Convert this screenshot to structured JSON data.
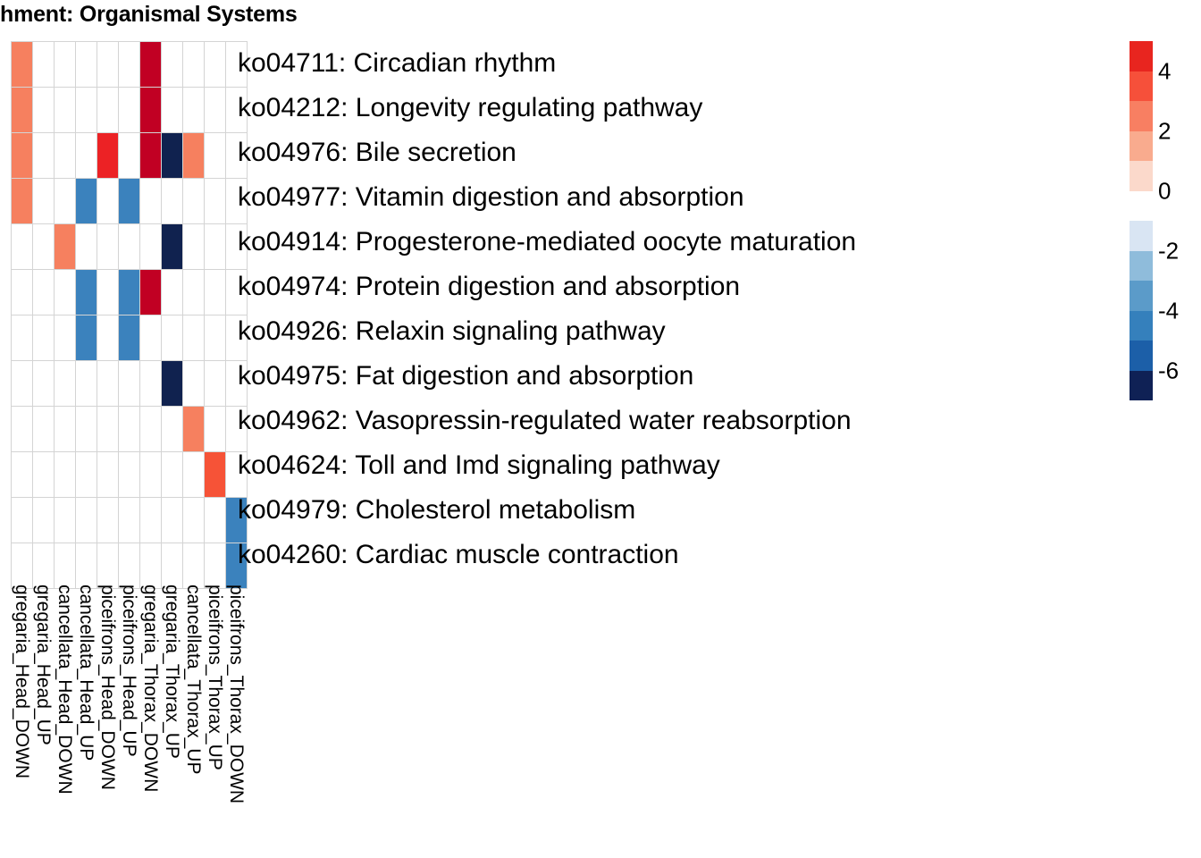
{
  "title": "hment: Organismal Systems",
  "chart_data": {
    "type": "heatmap",
    "title": "hment: Organismal Systems",
    "xlabel": "",
    "ylabel": "",
    "grid": true,
    "legend_position": "right",
    "colorbar": {
      "ticks": [
        4,
        2,
        0,
        -2,
        -4,
        -6
      ],
      "vmin": -7,
      "vmax": 5,
      "bands": [
        {
          "value": 5,
          "color": "#e8251f"
        },
        {
          "value": 4,
          "color": "#f6503a"
        },
        {
          "value": 3,
          "color": "#f87f62"
        },
        {
          "value": 2,
          "color": "#f9ab8e"
        },
        {
          "value": 1,
          "color": "#fbd9cb"
        },
        {
          "value": 0,
          "color": "#ffffff"
        },
        {
          "value": -1,
          "color": "#d9e5f3"
        },
        {
          "value": -2,
          "color": "#8fbcdb"
        },
        {
          "value": -3,
          "color": "#5b9bc9"
        },
        {
          "value": -4,
          "color": "#3580bc"
        },
        {
          "value": -5,
          "color": "#1c5fa8"
        },
        {
          "value": -6,
          "color": "#0f2155"
        }
      ]
    },
    "categories": [
      "gregaria_Head_DOWN",
      "gregaria_Head_UP",
      "cancellata_Head_DOWN",
      "cancellata_Head_UP",
      "piceifrons_Head_DOWN",
      "piceifrons_Head_UP",
      "gregaria_Thorax_DOWN",
      "gregaria_Thorax_UP",
      "cancellata_Thorax_UP",
      "piceifrons_Thorax_UP",
      "piceifrons_Thorax_DOWN"
    ],
    "rows": [
      "ko04711: Circadian rhythm",
      "ko04212: Longevity regulating pathway",
      "ko04976: Bile secretion",
      "ko04977: Vitamin digestion and absorption",
      "ko04914: Progesterone-mediated oocyte maturation",
      "ko04974: Protein digestion and absorption",
      "ko04926: Relaxin signaling pathway",
      "ko04975: Fat digestion and absorption",
      "ko04962: Vasopressin-regulated water reabsorption",
      "ko04624: Toll and Imd signaling pathway",
      "ko04979: Cholesterol metabolism",
      "ko04260: Cardiac muscle contraction"
    ],
    "values": [
      [
        3,
        0,
        0,
        0,
        0,
        0,
        5,
        0,
        0,
        0,
        0
      ],
      [
        3,
        0,
        0,
        0,
        0,
        0,
        5,
        0,
        0,
        0,
        0
      ],
      [
        3,
        0,
        0,
        0,
        4.5,
        0,
        5,
        -6,
        3,
        0,
        0
      ],
      [
        3,
        0,
        0,
        -3.5,
        0,
        -3.5,
        0,
        0,
        0,
        0,
        0
      ],
      [
        0,
        0,
        3,
        0,
        0,
        0,
        0,
        -6,
        0,
        0,
        0
      ],
      [
        0,
        0,
        0,
        -3.5,
        0,
        -3.5,
        5,
        0,
        0,
        0,
        0
      ],
      [
        0,
        0,
        0,
        -3.5,
        0,
        -3.5,
        0,
        0,
        0,
        0,
        0
      ],
      [
        0,
        0,
        0,
        0,
        0,
        0,
        0,
        -6,
        0,
        0,
        0
      ],
      [
        0,
        0,
        0,
        0,
        0,
        0,
        0,
        0,
        3,
        0,
        0
      ],
      [
        0,
        0,
        0,
        0,
        0,
        0,
        0,
        0,
        0,
        4.2,
        0
      ],
      [
        0,
        0,
        0,
        0,
        0,
        0,
        0,
        0,
        0,
        0,
        -3.5
      ],
      [
        0,
        0,
        0,
        0,
        0,
        0,
        0,
        0,
        0,
        0,
        -3.5
      ]
    ],
    "cell_colors": [
      [
        "#f6805f",
        "#ffffff",
        "#ffffff",
        "#ffffff",
        "#ffffff",
        "#ffffff",
        "#c10023",
        "#ffffff",
        "#ffffff",
        "#ffffff",
        "#ffffff"
      ],
      [
        "#f6805f",
        "#ffffff",
        "#ffffff",
        "#ffffff",
        "#ffffff",
        "#ffffff",
        "#c10023",
        "#ffffff",
        "#ffffff",
        "#ffffff",
        "#ffffff"
      ],
      [
        "#f6805f",
        "#ffffff",
        "#ffffff",
        "#ffffff",
        "#ec2225",
        "#ffffff",
        "#c10023",
        "#10224f",
        "#f6805f",
        "#ffffff",
        "#ffffff"
      ],
      [
        "#f6805f",
        "#ffffff",
        "#ffffff",
        "#3b82bd",
        "#ffffff",
        "#3b82bd",
        "#ffffff",
        "#ffffff",
        "#ffffff",
        "#ffffff",
        "#ffffff"
      ],
      [
        "#ffffff",
        "#ffffff",
        "#f6805f",
        "#ffffff",
        "#ffffff",
        "#ffffff",
        "#ffffff",
        "#10224f",
        "#ffffff",
        "#ffffff",
        "#ffffff"
      ],
      [
        "#ffffff",
        "#ffffff",
        "#ffffff",
        "#3b82bd",
        "#ffffff",
        "#3b82bd",
        "#c10023",
        "#ffffff",
        "#ffffff",
        "#ffffff",
        "#ffffff"
      ],
      [
        "#ffffff",
        "#ffffff",
        "#ffffff",
        "#3b82bd",
        "#ffffff",
        "#3b82bd",
        "#ffffff",
        "#ffffff",
        "#ffffff",
        "#ffffff",
        "#ffffff"
      ],
      [
        "#ffffff",
        "#ffffff",
        "#ffffff",
        "#ffffff",
        "#ffffff",
        "#ffffff",
        "#ffffff",
        "#10224f",
        "#ffffff",
        "#ffffff",
        "#ffffff"
      ],
      [
        "#ffffff",
        "#ffffff",
        "#ffffff",
        "#ffffff",
        "#ffffff",
        "#ffffff",
        "#ffffff",
        "#ffffff",
        "#f6805f",
        "#ffffff",
        "#ffffff"
      ],
      [
        "#ffffff",
        "#ffffff",
        "#ffffff",
        "#ffffff",
        "#ffffff",
        "#ffffff",
        "#ffffff",
        "#ffffff",
        "#ffffff",
        "#f65337",
        "#ffffff"
      ],
      [
        "#ffffff",
        "#ffffff",
        "#ffffff",
        "#ffffff",
        "#ffffff",
        "#ffffff",
        "#ffffff",
        "#ffffff",
        "#ffffff",
        "#ffffff",
        "#3b82bd"
      ],
      [
        "#ffffff",
        "#ffffff",
        "#ffffff",
        "#ffffff",
        "#ffffff",
        "#ffffff",
        "#ffffff",
        "#ffffff",
        "#ffffff",
        "#ffffff",
        "#3b82bd"
      ]
    ]
  }
}
